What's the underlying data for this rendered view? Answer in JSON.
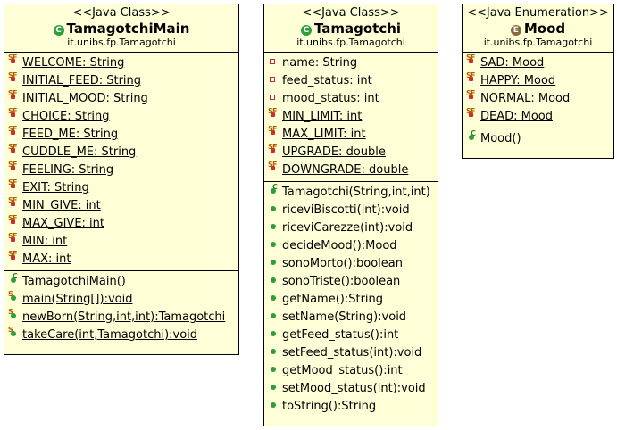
{
  "classes": [
    {
      "stereotype": "<<Java Class>>",
      "name": "TamagotchiMain",
      "package": "it.unibs.fp.Tamagotchi",
      "icon": "class-icon",
      "attributes": [
        {
          "text": "WELCOME: String",
          "icon": "static-final-field-icon",
          "underline": true
        },
        {
          "text": "INITIAL_FEED: String",
          "icon": "static-final-field-icon",
          "underline": true
        },
        {
          "text": "INITIAL_MOOD: String",
          "icon": "static-final-field-icon",
          "underline": true
        },
        {
          "text": "CHOICE: String",
          "icon": "static-final-field-icon",
          "underline": true
        },
        {
          "text": "FEED_ME: String",
          "icon": "static-final-field-icon",
          "underline": true
        },
        {
          "text": "CUDDLE_ME: String",
          "icon": "static-final-field-icon",
          "underline": true
        },
        {
          "text": "FEELING: String",
          "icon": "static-final-field-icon",
          "underline": true
        },
        {
          "text": "EXIT: String",
          "icon": "static-final-field-icon",
          "underline": true
        },
        {
          "text": "MIN_GIVE: int",
          "icon": "static-final-field-icon",
          "underline": true
        },
        {
          "text": "MAX_GIVE: int",
          "icon": "static-final-field-icon",
          "underline": true
        },
        {
          "text": "MIN: int",
          "icon": "static-final-field-icon",
          "underline": true
        },
        {
          "text": "MAX: int",
          "icon": "static-final-field-icon",
          "underline": true
        }
      ],
      "methods": [
        {
          "text": "TamagotchiMain()",
          "icon": "constructor-icon",
          "underline": false
        },
        {
          "text": "main(String[]):void",
          "icon": "static-method-icon",
          "underline": true
        },
        {
          "text": "newBorn(String,int,int):Tamagotchi",
          "icon": "static-method-icon",
          "underline": true
        },
        {
          "text": "takeCare(int,Tamagotchi):void",
          "icon": "static-method-icon",
          "underline": true
        }
      ]
    },
    {
      "stereotype": "<<Java Class>>",
      "name": "Tamagotchi",
      "package": "it.unibs.fp.Tamagotchi",
      "icon": "class-icon",
      "attributes": [
        {
          "text": "name: String",
          "icon": "private-field-icon",
          "underline": false
        },
        {
          "text": "feed_status: int",
          "icon": "private-field-icon",
          "underline": false
        },
        {
          "text": "mood_status: int",
          "icon": "private-field-icon",
          "underline": false
        },
        {
          "text": "MIN_LIMIT: int",
          "icon": "static-final-field-icon",
          "underline": true
        },
        {
          "text": "MAX_LIMIT: int",
          "icon": "static-final-field-icon",
          "underline": true
        },
        {
          "text": "UPGRADE: double",
          "icon": "static-final-field-icon",
          "underline": true
        },
        {
          "text": "DOWNGRADE: double",
          "icon": "static-final-field-icon",
          "underline": true
        }
      ],
      "methods": [
        {
          "text": "Tamagotchi(String,int,int)",
          "icon": "constructor-icon",
          "underline": false
        },
        {
          "text": "riceviBiscotti(int):void",
          "icon": "public-method-icon",
          "underline": false
        },
        {
          "text": "riceviCarezze(int):void",
          "icon": "public-method-icon",
          "underline": false
        },
        {
          "text": "decideMood():Mood",
          "icon": "public-method-icon",
          "underline": false
        },
        {
          "text": "sonoMorto():boolean",
          "icon": "public-method-icon",
          "underline": false
        },
        {
          "text": "sonoTriste():boolean",
          "icon": "public-method-icon",
          "underline": false
        },
        {
          "text": "getName():String",
          "icon": "public-method-icon",
          "underline": false
        },
        {
          "text": "setName(String):void",
          "icon": "public-method-icon",
          "underline": false
        },
        {
          "text": "getFeed_status():int",
          "icon": "public-method-icon",
          "underline": false
        },
        {
          "text": "setFeed_status(int):void",
          "icon": "public-method-icon",
          "underline": false
        },
        {
          "text": "getMood_status():int",
          "icon": "public-method-icon",
          "underline": false
        },
        {
          "text": "setMood_status(int):void",
          "icon": "public-method-icon",
          "underline": false
        },
        {
          "text": "toString():String",
          "icon": "public-method-icon",
          "underline": false
        }
      ]
    },
    {
      "stereotype": "<<Java Enumeration>>",
      "name": "Mood",
      "package": "it.unibs.fp.Tamagotchi",
      "icon": "enum-icon",
      "attributes": [
        {
          "text": "SAD: Mood",
          "icon": "static-final-field-icon",
          "underline": true
        },
        {
          "text": "HAPPY: Mood",
          "icon": "static-final-field-icon",
          "underline": true
        },
        {
          "text": "NORMAL: Mood",
          "icon": "static-final-field-icon",
          "underline": true
        },
        {
          "text": "DEAD: Mood",
          "icon": "static-final-field-icon",
          "underline": true
        }
      ],
      "methods": [
        {
          "text": "Mood()",
          "icon": "constructor-icon",
          "underline": false
        }
      ]
    }
  ]
}
